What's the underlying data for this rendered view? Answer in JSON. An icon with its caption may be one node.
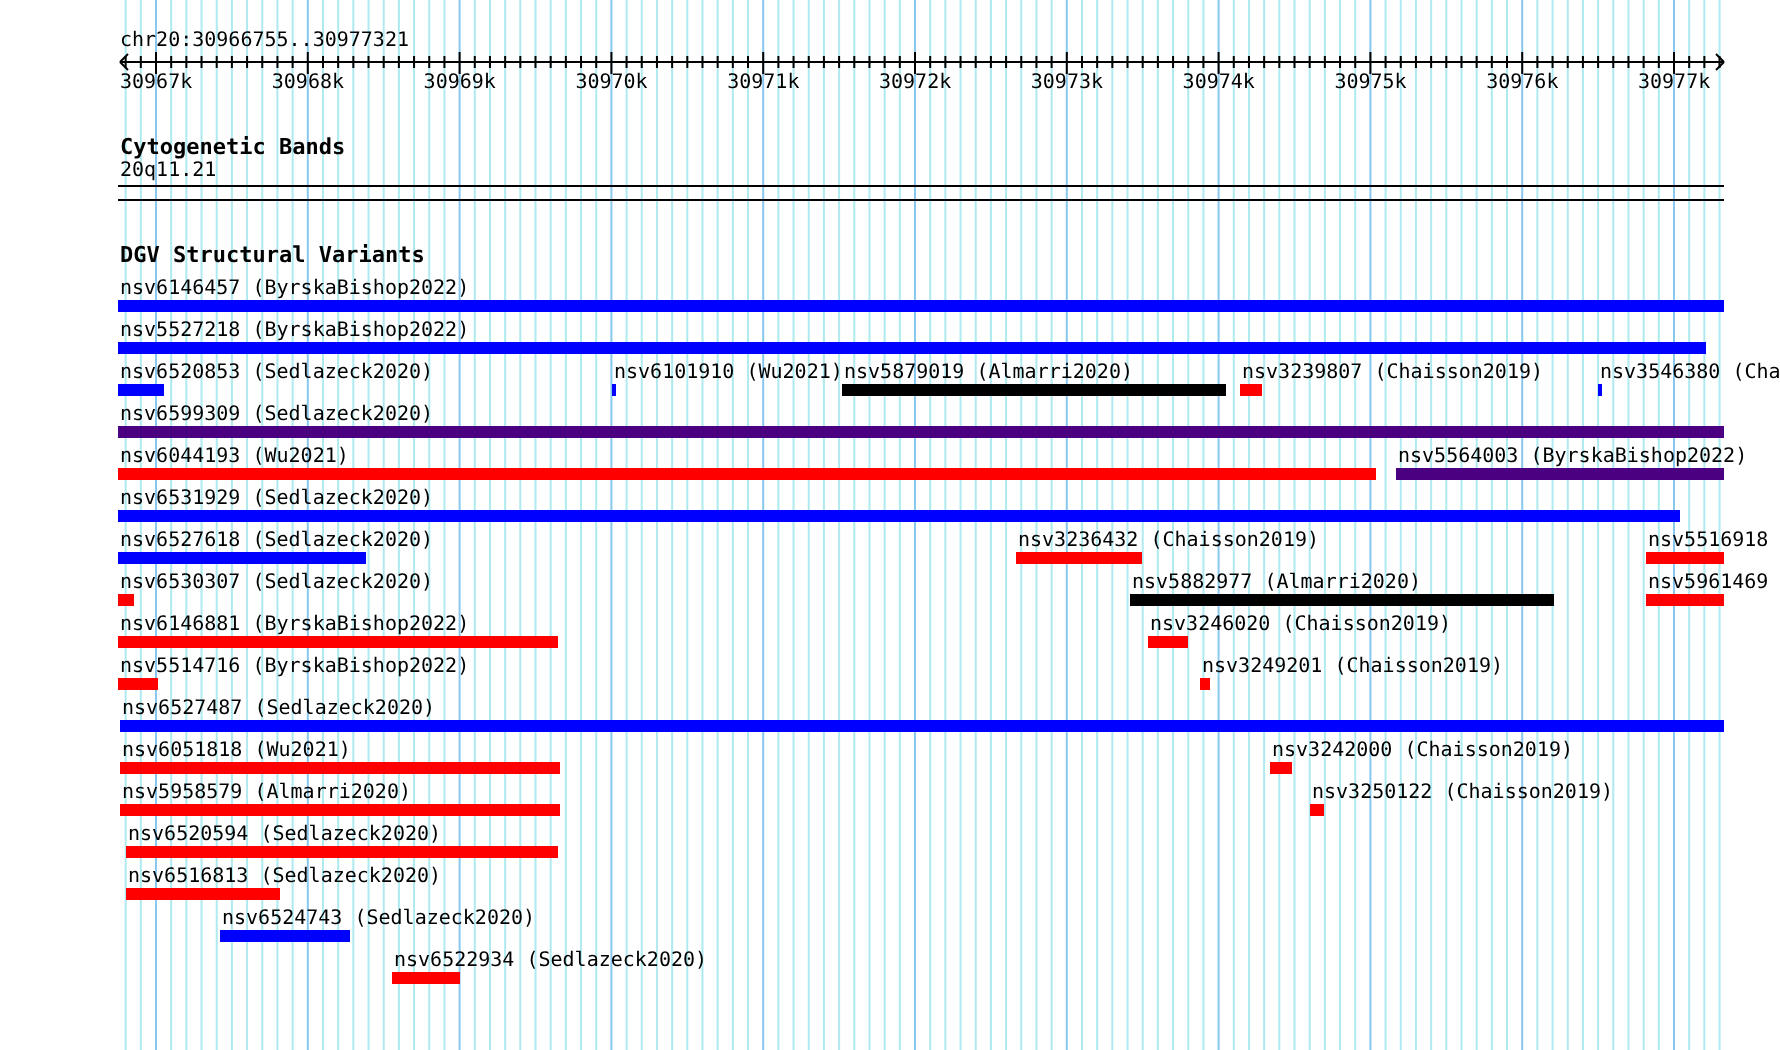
{
  "diagram": {
    "nodes": [
      {
        "text": [],
        "shape": "bar",
        "beside": [
          "nsv6146457 (ByrskaBishop2022)"
        ]
      },
      {
        "text": [],
        "shape": "bar",
        "beside": [
          "nsv5527218 (ByrskaBishop2022)"
        ]
      },
      {
        "text": [],
        "shape": "bar",
        "beside": [
          "nsv6520853 (Sedlazeck2020)"
        ]
      },
      {
        "text": [],
        "shape": "bar",
        "beside": [
          "nsv6101910 (Wu2021)"
        ]
      },
      {
        "text": [],
        "shape": "bar",
        "beside": [
          "nsv5879019 (Almarri2020)"
        ]
      },
      {
        "text": [],
        "shape": "bar",
        "beside": [
          "nsv3239807 (Chaisson2019)"
        ]
      },
      {
        "text": [],
        "shape": "bar",
        "beside": [
          "nsv3546380 (Cha"
        ]
      },
      {
        "text": [],
        "shape": "bar",
        "beside": [
          "nsv6599309 (Sedlazeck2020)"
        ]
      },
      {
        "text": [],
        "shape": "bar",
        "beside": [
          "nsv6044193 (Wu2021)"
        ]
      },
      {
        "text": [],
        "shape": "bar",
        "beside": [
          "nsv5564003 (ByrskaBishop2022)"
        ]
      },
      {
        "text": [],
        "shape": "bar",
        "beside": [
          "nsv6531929 (Sedlazeck2020)"
        ]
      },
      {
        "text": [],
        "shape": "bar",
        "beside": [
          "nsv6527618 (Sedlazeck2020)"
        ]
      },
      {
        "text": [],
        "shape": "bar",
        "beside": [
          "nsv3236432 (Chaisson2019)"
        ]
      },
      {
        "text": [],
        "shape": "bar",
        "beside": [
          "nsv5516918"
        ]
      },
      {
        "text": [],
        "shape": "bar",
        "beside": [
          "nsv6530307 (Sedlazeck2020)"
        ]
      },
      {
        "text": [],
        "shape": "bar",
        "beside": [
          "nsv5882977 (Almarri2020)"
        ]
      },
      {
        "text": [],
        "shape": "bar",
        "beside": [
          "nsv5961469"
        ]
      },
      {
        "text": [],
        "shape": "bar",
        "beside": [
          "nsv6146881 (ByrskaBishop2022)"
        ]
      },
      {
        "text": [],
        "shape": "bar",
        "beside": [
          "nsv3246020 (Chaisson2019)"
        ]
      },
      {
        "text": [],
        "shape": "bar",
        "beside": [
          "nsv5514716 (ByrskaBishop2022)"
        ]
      },
      {
        "text": [],
        "shape": "bar",
        "beside": [
          "nsv3249201 (Chaisson2019)"
        ]
      },
      {
        "text": [],
        "shape": "bar",
        "beside": [
          "nsv6527487 (Sedlazeck2020)"
        ]
      },
      {
        "text": [],
        "shape": "bar",
        "beside": [
          "nsv6051818 (Wu2021)"
        ]
      },
      {
        "text": [],
        "shape": "bar",
        "beside": [
          "nsv3242000 (Chaisson2019)"
        ]
      },
      {
        "text": [],
        "shape": "bar",
        "beside": [
          "nsv5958579 (Almarri2020)"
        ]
      },
      {
        "text": [],
        "shape": "bar",
        "beside": [
          "nsv3250122 (Chaisson2019)"
        ]
      },
      {
        "text": [],
        "shape": "bar",
        "beside": [
          "nsv6520594 (Sedlazeck2020)"
        ]
      },
      {
        "text": [],
        "shape": "bar",
        "beside": [
          "nsv6516813 (Sedlazeck2020)"
        ]
      },
      {
        "text": [],
        "shape": "bar",
        "beside": [
          "nsv6524743 (Sedlazeck2020)"
        ]
      },
      {
        "text": [],
        "shape": "bar",
        "beside": [
          "nsv6522934 (Sedlazeck2020)"
        ]
      }
    ],
    "labels": [
      "chr20:30966755..30977321",
      "30967k",
      "30968k",
      "30969k",
      "30970k",
      "30971k",
      "30972k",
      "30973k",
      "30974k",
      "30975k",
      "30976k",
      "30977k",
      "Cytogenetic Bands",
      "20q11.21",
      "DGV Structural Variants"
    ]
  }
}
